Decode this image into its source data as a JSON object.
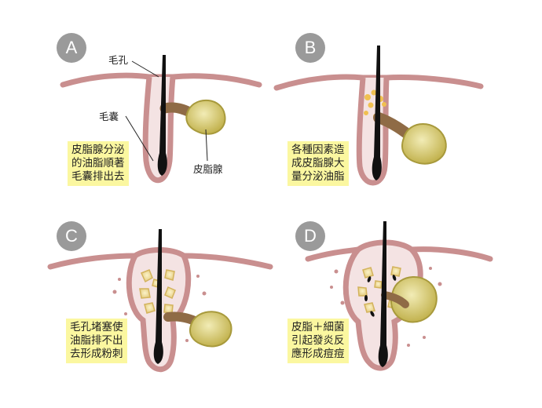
{
  "panels": [
    {
      "letter": "A",
      "note": "皮脂腺分泌\n的油脂順著\n毛囊排出去"
    },
    {
      "letter": "B",
      "note": "各種因素造\n成皮脂腺大\n量分泌油脂"
    },
    {
      "letter": "C",
      "note": "毛孔堵塞使\n油脂排不出\n去形成粉刺"
    },
    {
      "letter": "D",
      "note": "皮脂＋細菌\n引起發炎反\n應形成痘痘"
    }
  ],
  "labels": {
    "pore": "毛孔",
    "follicle": "毛囊",
    "gland": "皮脂腺"
  },
  "colors": {
    "skin": "#c98f8f",
    "skin_fill": "#f4e3e3",
    "gland": "#cfc060",
    "duct": "#8f6b46",
    "hair": "#111111",
    "note_bg": "#fbf7a0",
    "badge": "#9a9a9a"
  }
}
